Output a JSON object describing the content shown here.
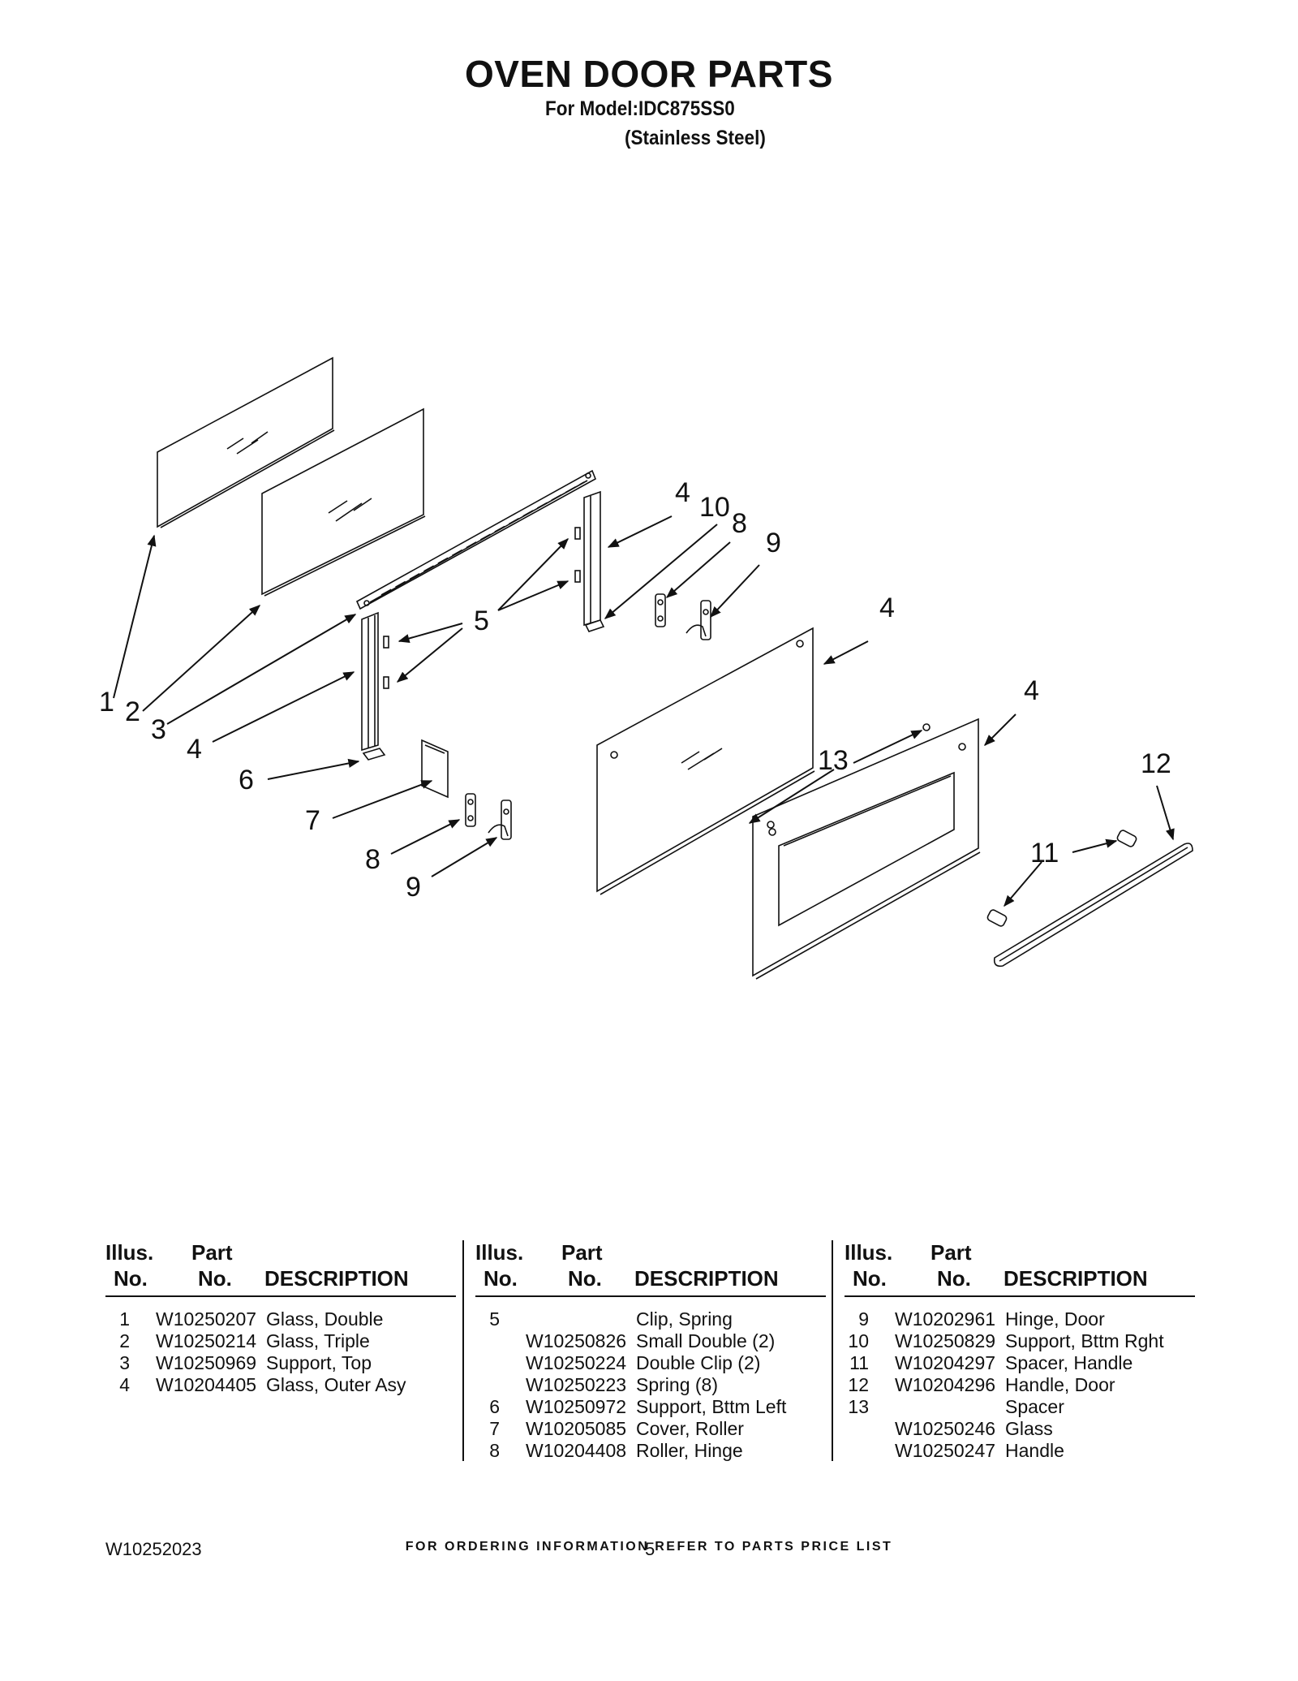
{
  "header": {
    "title": "OVEN DOOR PARTS",
    "model_line": "For Model:IDC875SS0",
    "finish_line": "(Stainless Steel)"
  },
  "callouts": [
    "1",
    "2",
    "3",
    "4",
    "6",
    "7",
    "8",
    "9",
    "5",
    "5",
    "4",
    "10",
    "8",
    "9",
    "4",
    "4",
    "13",
    "12",
    "11"
  ],
  "table": {
    "headers": {
      "illus_top": "Illus.",
      "illus_bottom": "No.",
      "part_top": "Part",
      "part_bottom": "No.",
      "description": "DESCRIPTION"
    },
    "columns": [
      [
        {
          "no": "1",
          "part": "W10250207",
          "desc": "Glass, Double"
        },
        {
          "no": "2",
          "part": "W10250214",
          "desc": "Glass, Triple"
        },
        {
          "no": "3",
          "part": "W10250969",
          "desc": "Support, Top"
        },
        {
          "no": "4",
          "part": "W10204405",
          "desc": "Glass, Outer Asy"
        }
      ],
      [
        {
          "no": "5",
          "part": "",
          "desc": "Clip, Spring"
        },
        {
          "no": "",
          "part": "W10250826",
          "desc": "Small Double (2)"
        },
        {
          "no": "",
          "part": "W10250224",
          "desc": "Double Clip (2)"
        },
        {
          "no": "",
          "part": "W10250223",
          "desc": "Spring (8)"
        },
        {
          "no": "6",
          "part": "W10250972",
          "desc": "Support, Bttm Left"
        },
        {
          "no": "7",
          "part": "W10205085",
          "desc": "Cover, Roller"
        },
        {
          "no": "8",
          "part": "W10204408",
          "desc": "Roller, Hinge"
        }
      ],
      [
        {
          "no": "9",
          "part": "W10202961",
          "desc": "Hinge, Door"
        },
        {
          "no": "10",
          "part": "W10250829",
          "desc": "Support, Bttm Rght"
        },
        {
          "no": "11",
          "part": "W10204297",
          "desc": "Spacer, Handle"
        },
        {
          "no": "12",
          "part": "W10204296",
          "desc": "Handle, Door"
        },
        {
          "no": "13",
          "part": "",
          "desc": "Spacer"
        },
        {
          "no": "",
          "part": "W10250246",
          "desc": "Glass"
        },
        {
          "no": "",
          "part": "W10250247",
          "desc": "Handle"
        }
      ]
    ]
  },
  "footer": {
    "ordering_note": "FOR ORDERING INFORMATION REFER TO PARTS PRICE LIST",
    "document_number": "W10252023",
    "page_number": "5"
  }
}
